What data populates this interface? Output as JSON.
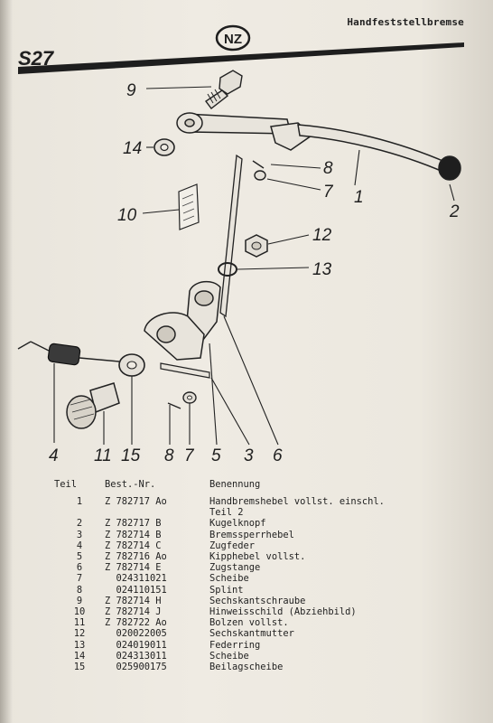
{
  "header": {
    "page_number": "S27",
    "section_title": "Handfeststellbremse",
    "logo_text": "NZ"
  },
  "callouts": [
    "9",
    "14",
    "10",
    "8",
    "7",
    "1",
    "2",
    "12",
    "13",
    "4",
    "11",
    "15",
    "8",
    "7",
    "5",
    "3",
    "6"
  ],
  "table": {
    "headers": [
      "Teil",
      "Best.-Nr.",
      "Benennung"
    ],
    "rows": [
      {
        "teil": "1",
        "best": "Z 782717 Ao",
        "benennung": "Handbremshebel vollst. einschl."
      },
      {
        "teil": "",
        "best": "",
        "benennung": "Teil 2"
      },
      {
        "teil": "2",
        "best": "Z 782717 B",
        "benennung": "Kugelknopf"
      },
      {
        "teil": "3",
        "best": "Z 782714 B",
        "benennung": "Bremssperrhebel"
      },
      {
        "teil": "4",
        "best": "Z 782714 C",
        "benennung": "Zugfeder"
      },
      {
        "teil": "5",
        "best": "Z 782716 Ao",
        "benennung": "Kipphebel vollst."
      },
      {
        "teil": "6",
        "best": "Z 782714 E",
        "benennung": "Zugstange"
      },
      {
        "teil": "7",
        "best": "  024311021",
        "benennung": "Scheibe"
      },
      {
        "teil": "8",
        "best": "  024110151",
        "benennung": "Splint"
      },
      {
        "teil": "9",
        "best": "Z 782714 H",
        "benennung": "Sechskantschraube"
      },
      {
        "teil": "10",
        "best": "Z 782714 J",
        "benennung": "Hinweisschild (Abziehbild)"
      },
      {
        "teil": "11",
        "best": "Z 782722 Ao",
        "benennung": "Bolzen vollst."
      },
      {
        "teil": "12",
        "best": "  020022005",
        "benennung": "Sechskantmutter"
      },
      {
        "teil": "13",
        "best": "  024019011",
        "benennung": "Federring"
      },
      {
        "teil": "14",
        "best": "  024313011",
        "benennung": "Scheibe"
      },
      {
        "teil": "15",
        "best": "  025900175",
        "benennung": "Beilagscheibe"
      }
    ]
  }
}
